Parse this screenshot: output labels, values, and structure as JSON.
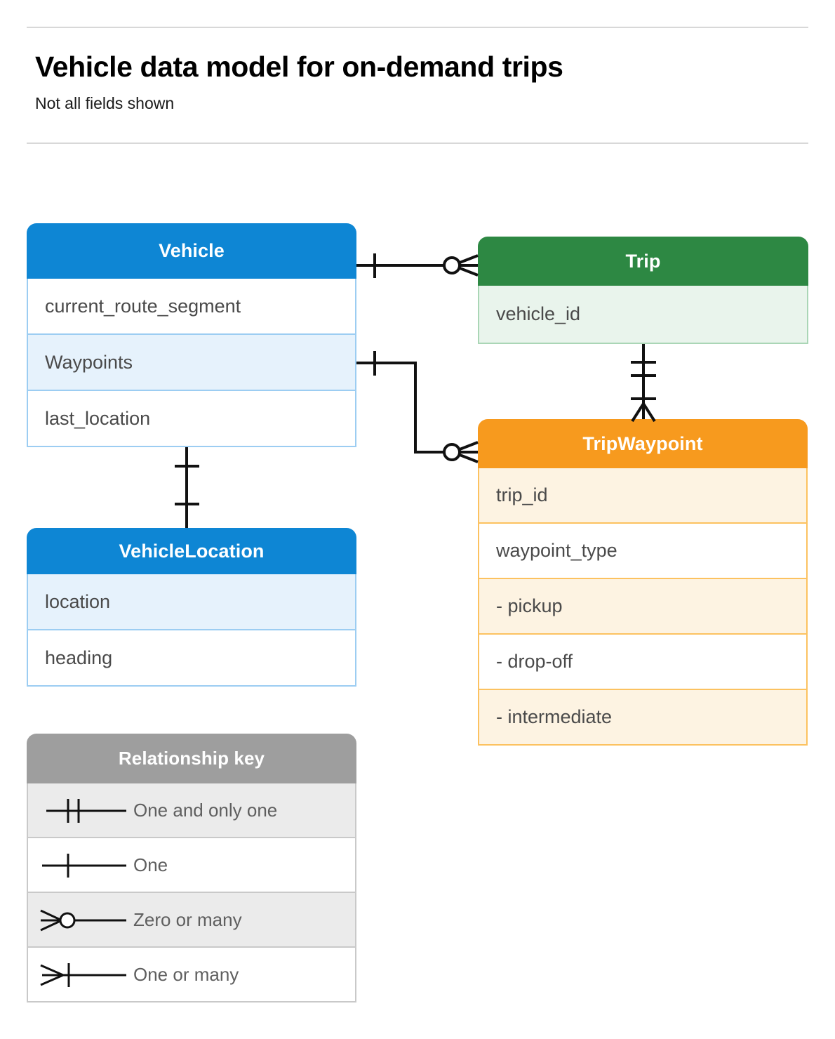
{
  "header": {
    "title": "Vehicle data model for on-demand trips",
    "subtitle": "Not all fields shown"
  },
  "entities": [
    {
      "id": "vehicle",
      "name": "Vehicle",
      "color": "#0e86d4",
      "fields": [
        "current_route_segment",
        "Waypoints",
        "last_location"
      ]
    },
    {
      "id": "vehicle_location",
      "name": "VehicleLocation",
      "color": "#0e86d4",
      "fields": [
        "location",
        "heading"
      ]
    },
    {
      "id": "trip",
      "name": "Trip",
      "color": "#2d8843",
      "fields": [
        "vehicle_id"
      ]
    },
    {
      "id": "trip_waypoint",
      "name": "TripWaypoint",
      "color": "#f79a1e",
      "fields": [
        "trip_id",
        "waypoint_type",
        "-  pickup",
        "-  drop-off",
        "-  intermediate"
      ]
    }
  ],
  "legend": {
    "title": "Relationship key",
    "items": [
      {
        "symbol": "one-and-only-one-icon",
        "label": "One and only one"
      },
      {
        "symbol": "one-icon",
        "label": "One"
      },
      {
        "symbol": "zero-or-many-icon",
        "label": "Zero or many"
      },
      {
        "symbol": "one-or-many-icon",
        "label": "One or many"
      }
    ]
  },
  "relationships": [
    {
      "from": "Vehicle",
      "to": "Trip",
      "from_cardinality": "One",
      "to_cardinality": "Zero or many"
    },
    {
      "from": "Vehicle.Waypoints",
      "to": "TripWaypoint",
      "from_cardinality": "One",
      "to_cardinality": "Zero or many"
    },
    {
      "from": "Trip",
      "to": "TripWaypoint",
      "from_cardinality": "One and only one",
      "to_cardinality": "One or many"
    },
    {
      "from": "Vehicle",
      "to": "VehicleLocation",
      "from_cardinality": "One",
      "to_cardinality": "One"
    }
  ]
}
